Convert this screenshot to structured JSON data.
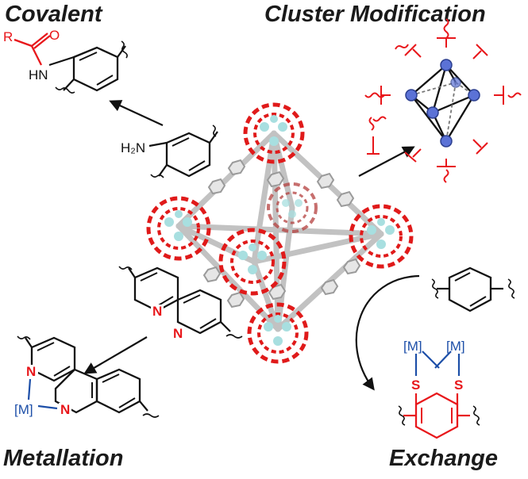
{
  "titles": {
    "covalent": "Covalent",
    "cluster": "Cluster Modification",
    "metallation": "Metallation",
    "exchange": "Exchange"
  },
  "labels": {
    "r_group": "R",
    "oxygen": "O",
    "amide_nh": "HN",
    "amine": "H₂N",
    "pyridine_n": "N",
    "metal": "[M]",
    "sulfur": "S"
  },
  "colors": {
    "highlight": "#e8171b",
    "metal": "#1d4fa8",
    "bond": "#111111",
    "cluster_node": "#5b72d6",
    "framework_oxygen": "#e01a1a",
    "framework_metal": "#a8dfe0",
    "framework_linker": "#c8c8c8"
  }
}
